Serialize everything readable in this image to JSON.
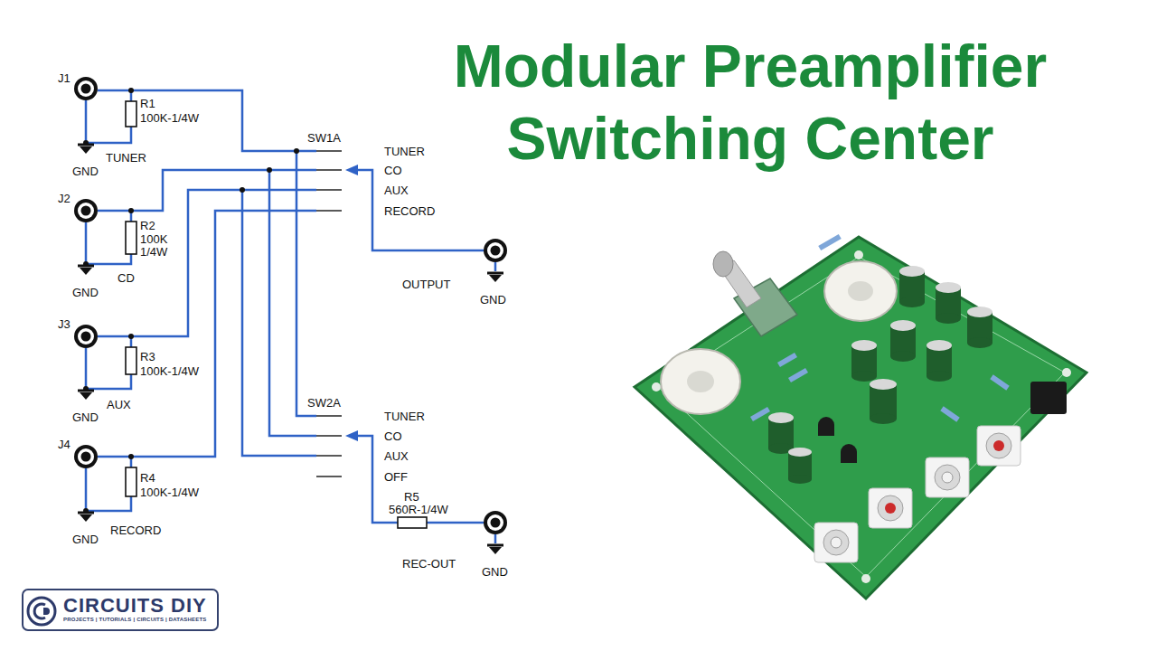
{
  "diagram": {
    "title": "Modular Preamplifier Switching Center",
    "nodes": [
      {
        "text": [
          "CIRCUITS DIY",
          "PROJECTS | TUTORIALS | CIRCUITS | DATASHEETS"
        ]
      }
    ],
    "labels": [
      "J1",
      "R1",
      "100K-1/4W",
      "GND",
      "TUNER",
      "J2",
      "R2",
      "100K",
      "1/4W",
      "GND",
      "CD",
      "J3",
      "R3",
      "100K-1/4W",
      "GND",
      "AUX",
      "J4",
      "R4",
      "100K-1/4W",
      "GND",
      "RECORD",
      "SW1A",
      "TUNER",
      "CO",
      "AUX",
      "RECORD",
      "OUTPUT",
      "GND",
      "SW2A",
      "TUNER",
      "CO",
      "AUX",
      "OFF",
      "R5",
      "560R-1/4W",
      "REC-OUT",
      "GND"
    ]
  }
}
